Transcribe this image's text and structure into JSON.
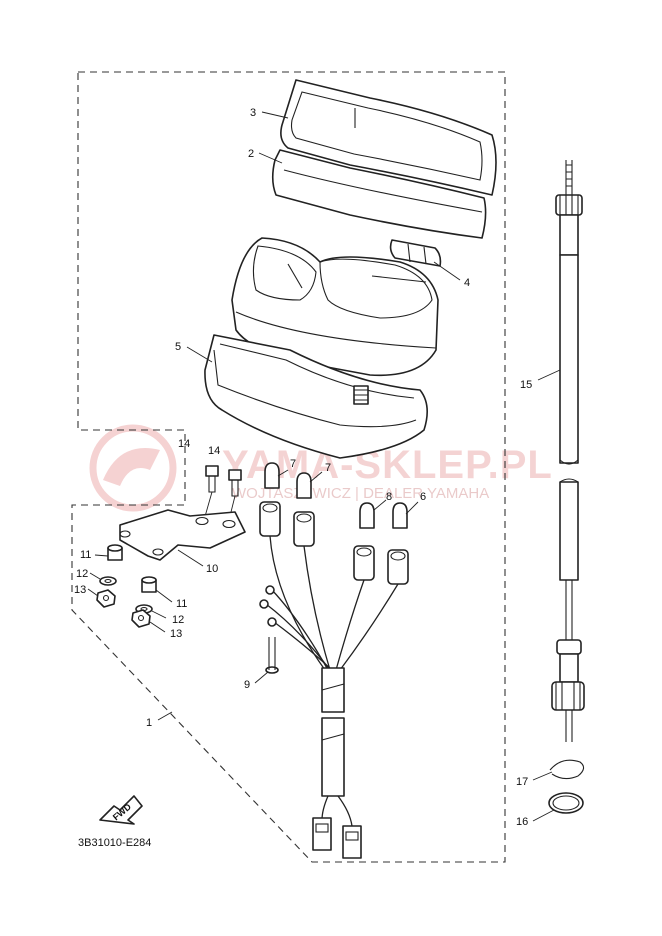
{
  "diagram_code": "3B31010-E284",
  "fwd_label": "FWD",
  "watermark": {
    "main": "YAMA-SKLEP.PL",
    "sub": "WOJTASZEWICZ | DEALER YAMAHA"
  },
  "callouts": {
    "c1": "1",
    "c2": "2",
    "c3": "3",
    "c4": "4",
    "c5": "5",
    "c6": "6",
    "c7a": "7",
    "c7b": "7",
    "c8": "8",
    "c9": "9",
    "c10": "10",
    "c11a": "11",
    "c11b": "11",
    "c12a": "12",
    "c12b": "12",
    "c13a": "13",
    "c13b": "13",
    "c14a": "14",
    "c14b": "14",
    "c15": "15",
    "c16": "16",
    "c17": "17"
  },
  "colors": {
    "line": "#222222",
    "watermark": "#e8a0a0"
  }
}
